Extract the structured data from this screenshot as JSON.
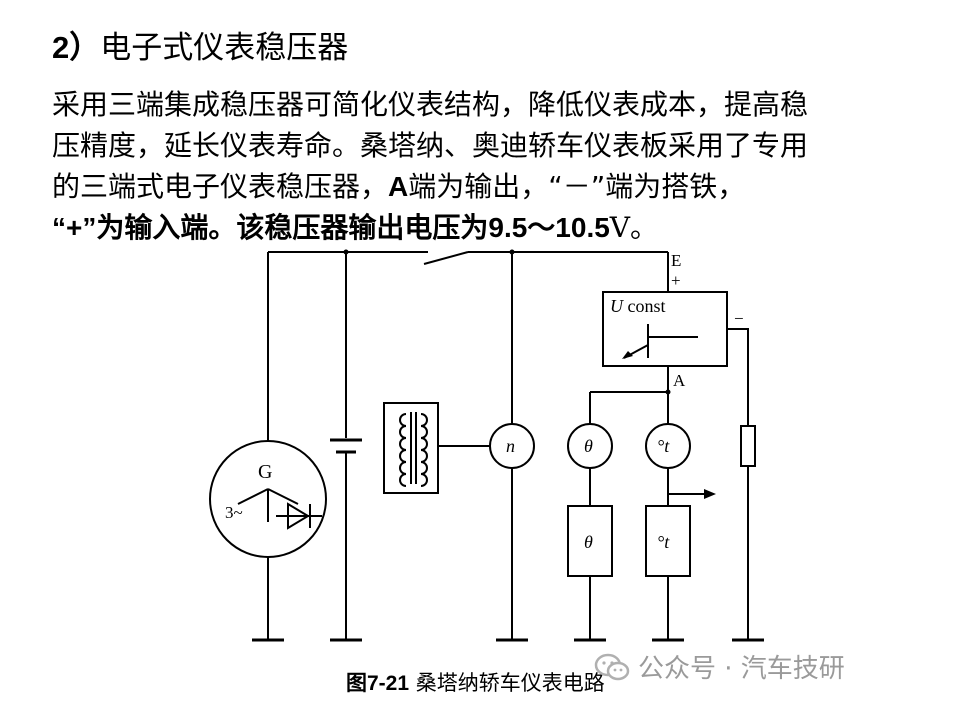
{
  "heading": {
    "number": "2）",
    "title": "电子式仪表稳压器"
  },
  "paragraph": {
    "line1": "采用三端集成稳压器可简化仪表结构，降低仪表成本，提高稳",
    "line2": "压精度，延长仪表寿命。桑塔纳、奥迪轿车仪表板采用了专用",
    "line3_a": "的三端式电子仪表稳压器，",
    "line3_b": "A",
    "line3_c": "端为输出，“－”端为搭铁，",
    "line4_a": "“",
    "line4_b": "+",
    "line4_c": "”为输入端。该稳压器输出电压为",
    "line4_d": "9.5～10.5",
    "line4_e": "V",
    "line4_f": "。"
  },
  "diagram": {
    "generator_label": "G",
    "phase_label": "3~",
    "terminal_e": "E",
    "terminal_plus": "+",
    "terminal_minus": "−",
    "terminal_a": "A",
    "regulator_label_u": "U",
    "regulator_label_const": " const",
    "meter_rpm": "n",
    "meter_fuel": "θ",
    "meter_temp": "°t",
    "sensor_fuel": "θ",
    "sensor_temp": "°t"
  },
  "caption": {
    "figure_no": "图7-21",
    "text": "  桑塔纳轿车仪表电路"
  },
  "watermark": {
    "text": "公众号 · 汽车技研",
    "icon": "wechat-icon"
  }
}
